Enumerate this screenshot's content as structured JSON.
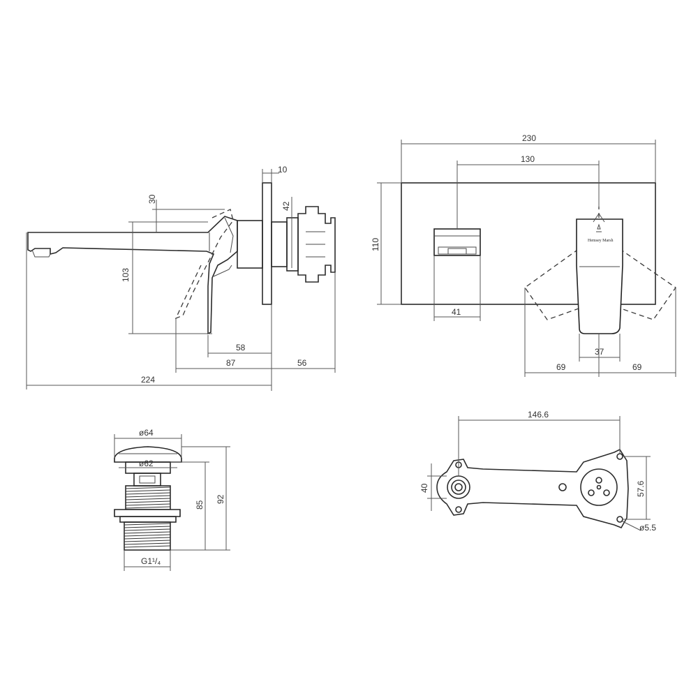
{
  "side_view": {
    "dims": {
      "plate_thickness": "10",
      "handle_height": "30",
      "body_depth": "42",
      "spout_drop": "103",
      "handle_offset": "58",
      "handle_reach": "87",
      "valve_depth": "56",
      "total_length": "224"
    }
  },
  "front_view": {
    "dims": {
      "plate_width": "230",
      "outlet_spacing": "130",
      "plate_height": "110",
      "spout_width": "41",
      "handle_width": "37",
      "swing_left": "69",
      "swing_right": "69"
    },
    "logo_text": "Hemsey Marsh"
  },
  "waste_view": {
    "dims": {
      "cap_diameter": "ø64",
      "body_diameter": "ø62",
      "height_85": "85",
      "height_92": "92",
      "thread": "G1¹/₄"
    }
  },
  "bracket_view": {
    "dims": {
      "length": "146.6",
      "left_height": "40",
      "right_height": "57.6",
      "hole_diameter": "ø5.5"
    }
  }
}
